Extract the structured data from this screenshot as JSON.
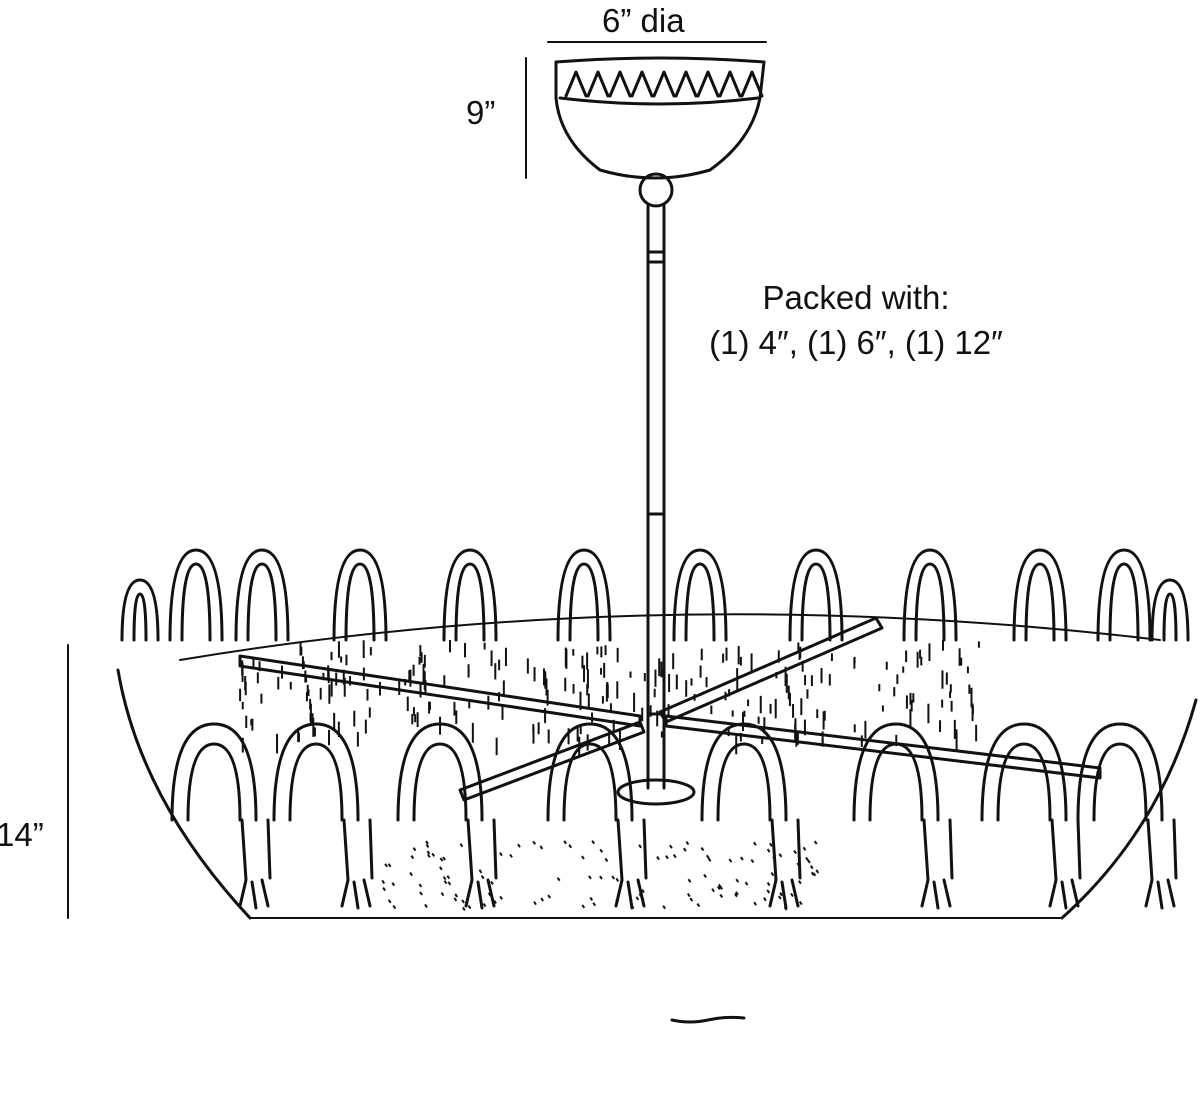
{
  "dimensions": {
    "canopy_diameter": "6” dia",
    "canopy_height": "9”",
    "body_height": "14”"
  },
  "packed_with": {
    "title": "Packed with:",
    "items": "(1) 4″, (1) 6″, (1) 12″"
  },
  "colors": {
    "line": "#111111",
    "background": "#ffffff"
  }
}
